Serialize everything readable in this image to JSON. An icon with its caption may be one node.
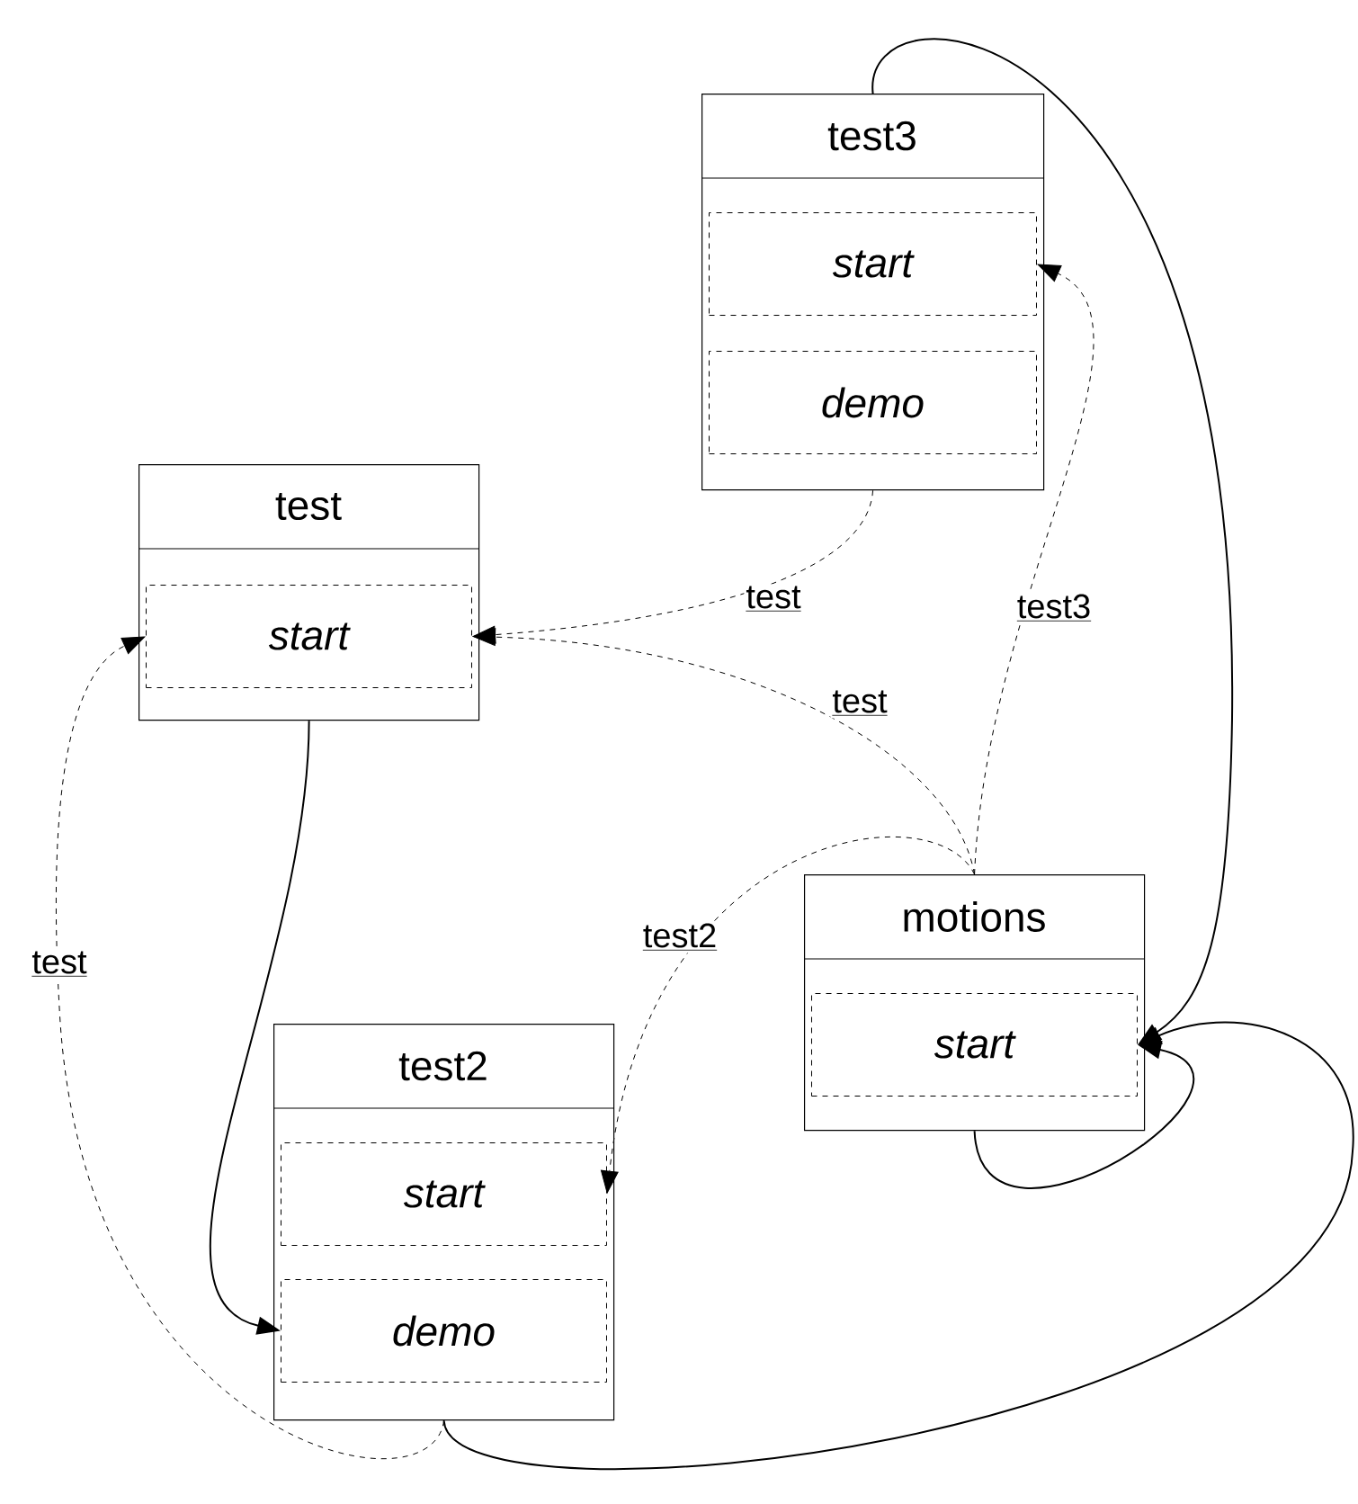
{
  "diagram": {
    "nodes": [
      {
        "text": [
          "test3"
        ]
      },
      {
        "text": [
          "start"
        ],
        "in": 0
      },
      {
        "text": [
          "demo"
        ],
        "in": 0
      },
      {
        "text": [
          "test"
        ]
      },
      {
        "text": [
          "start"
        ],
        "in": 3
      },
      {
        "text": [
          "motions"
        ]
      },
      {
        "text": [
          "start"
        ],
        "in": 5
      },
      {
        "text": [
          "test2"
        ]
      },
      {
        "text": [
          "start"
        ],
        "in": 7
      },
      {
        "text": [
          "demo"
        ],
        "in": 7
      }
    ],
    "edges": [
      {
        "from": 0,
        "to": 4,
        "arrow": "to",
        "label": "test",
        "style": "dashed"
      },
      {
        "from": 5,
        "to": 4,
        "arrow": "to",
        "label": "test",
        "style": "dashed"
      },
      {
        "from": 5,
        "to": 1,
        "arrow": "to",
        "label": "test3",
        "style": "dashed"
      },
      {
        "from": 5,
        "to": 8,
        "arrow": "to",
        "label": "test2",
        "style": "dashed"
      },
      {
        "from": 7,
        "to": 4,
        "arrow": "to",
        "label": "test",
        "style": "dashed"
      },
      {
        "from": 3,
        "to": 9,
        "arrow": "to"
      },
      {
        "from": 0,
        "to": 6,
        "arrow": "to"
      },
      {
        "from": 5,
        "to": 6,
        "arrow": "to"
      },
      {
        "from": 7,
        "to": 6,
        "arrow": "to"
      }
    ]
  }
}
